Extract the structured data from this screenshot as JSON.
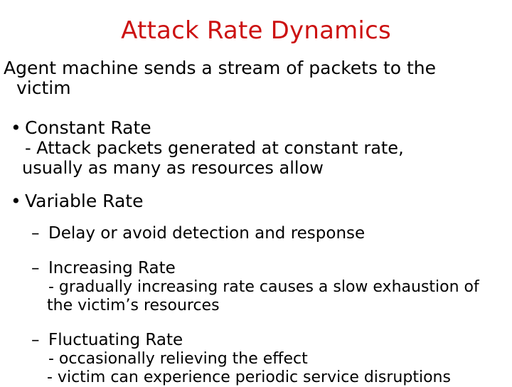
{
  "slide": {
    "title": "Attack Rate Dynamics",
    "title_color": "#CC1111",
    "body_color": "#000000",
    "background_color": "#FFFFFF",
    "intro": {
      "line1": "Agent machine sends a stream of packets to the",
      "line2": "victim"
    },
    "bullets": {
      "bullet_glyph": "•",
      "dash_glyph": "–",
      "hyphen_glyph": "-",
      "constant_rate": {
        "label": "Constant Rate",
        "detail_line1": "- Attack packets generated at constant rate,",
        "detail_line2": "usually as many as resources allow"
      },
      "variable_rate": {
        "label": "Variable Rate",
        "sub_items": [
          {
            "label": "Delay or avoid detection and response"
          },
          {
            "label": "Increasing Rate",
            "detail_line1": "- gradually increasing rate causes a slow exhaustion of",
            "detail_line2": "the victim’s resources"
          },
          {
            "label": " Fluctuating Rate",
            "detail_line1": "- occasionally relieving the effect",
            "detail_line2": "- victim can experience periodic service disruptions"
          }
        ]
      }
    }
  }
}
